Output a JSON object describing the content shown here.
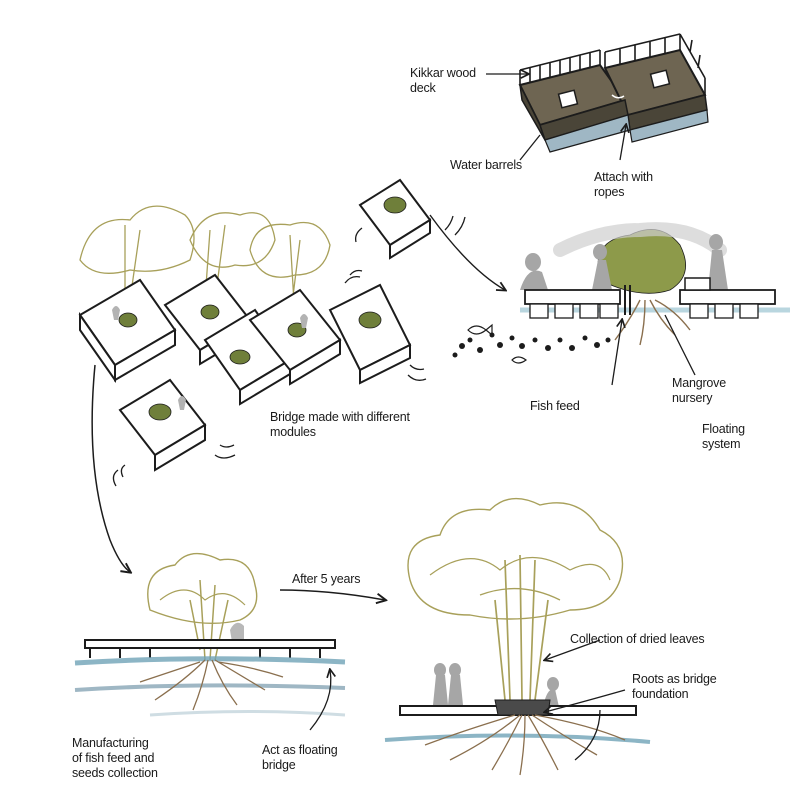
{
  "labels": {
    "kikkar": [
      "Kikkar wood",
      "deck"
    ],
    "water_barrels": [
      "Water barrels"
    ],
    "attach_ropes": [
      "Attach with",
      "ropes"
    ],
    "bridge_modules": [
      "Bridge made with different",
      "modules"
    ],
    "fish_feed": [
      "Fish feed"
    ],
    "mangrove_nursery": [
      "Mangrove",
      "nursery"
    ],
    "floating_system": [
      "Floating",
      "system"
    ],
    "after_5_years": [
      "After 5 years"
    ],
    "dried_leaves": [
      "Collection of dried leaves"
    ],
    "roots_foundation": [
      "Roots as bridge",
      "foundation"
    ],
    "manufacturing": [
      "Manufacturing",
      "of fish feed and",
      "seeds collection"
    ],
    "floating_bridge": [
      "Act as floating",
      "bridge"
    ]
  },
  "colors": {
    "ink": "#1c1c1c",
    "deck": "#6e6552",
    "barrel": "#9fb7c4",
    "tree": "#a8a05a",
    "foliage": "#6f7f3a",
    "water": "#6fa3b7",
    "water_light": "#b9d6df",
    "people": "#9a9a9a"
  }
}
